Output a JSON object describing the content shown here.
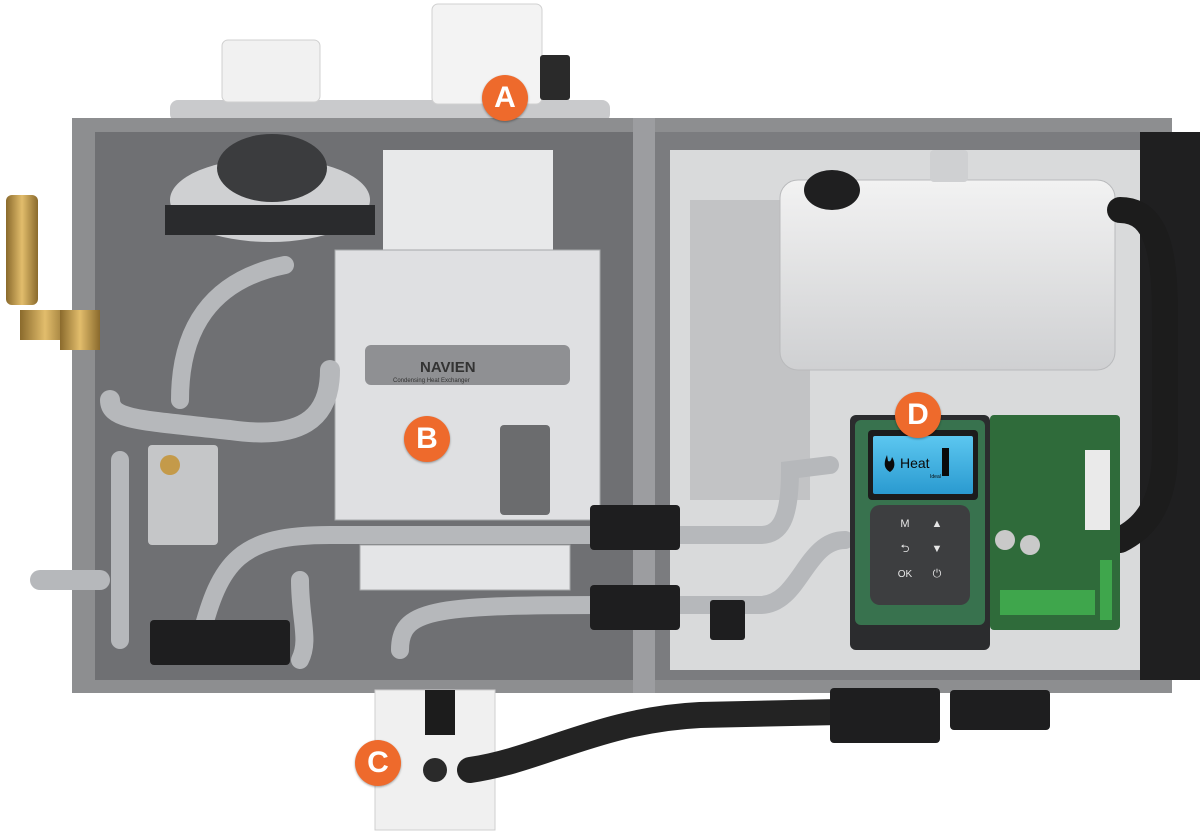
{
  "brand": {
    "logo_text": "NAVIEN",
    "logo_subtext": "Condensing Heat Exchanger"
  },
  "display": {
    "mode": "Heat",
    "small_label": "Ideal"
  },
  "keypad": {
    "keys": [
      "M",
      "▲",
      "⮌",
      "▼",
      "OK",
      "⏻"
    ]
  },
  "markers": [
    {
      "id": "A",
      "label": "A"
    },
    {
      "id": "B",
      "label": "B"
    },
    {
      "id": "C",
      "label": "C"
    },
    {
      "id": "D",
      "label": "D"
    }
  ],
  "colors": {
    "marker": "#ee6a2c",
    "cabinet": "#8d8e90",
    "panel": "#6f7073",
    "brass": "#c49a4a",
    "pcb": "#2f6b3a",
    "lcd": "#3ab4e6"
  }
}
